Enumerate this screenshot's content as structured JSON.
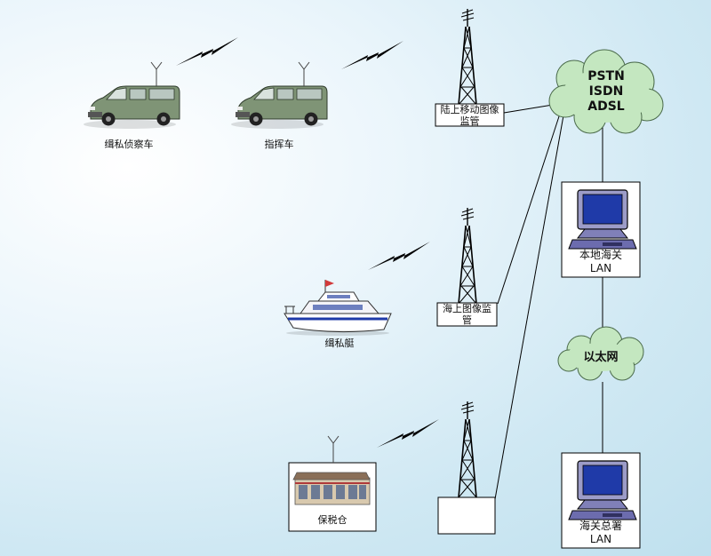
{
  "vehicles": {
    "recon_car": "缉私侦察车",
    "command_car": "指挥车",
    "boat": "缉私艇",
    "warehouse": "保税仓"
  },
  "towers": {
    "land": "陆上移动图像监管",
    "sea": "海上图像监管",
    "warehouse": ""
  },
  "clouds": {
    "public_lines": [
      "PSTN",
      "ISDN",
      "ADSL"
    ],
    "ethernet": "以太网"
  },
  "lans": {
    "local": [
      "本地海关",
      "LAN"
    ],
    "hq": [
      "海关总署",
      "LAN"
    ]
  },
  "colors": {
    "van_body": "#7f9476",
    "cloud_fill": "#c4e7c0",
    "monitor_frame": "#9c9cc8",
    "monitor_screen": "#1f3aa8",
    "lightning": "#000000"
  }
}
